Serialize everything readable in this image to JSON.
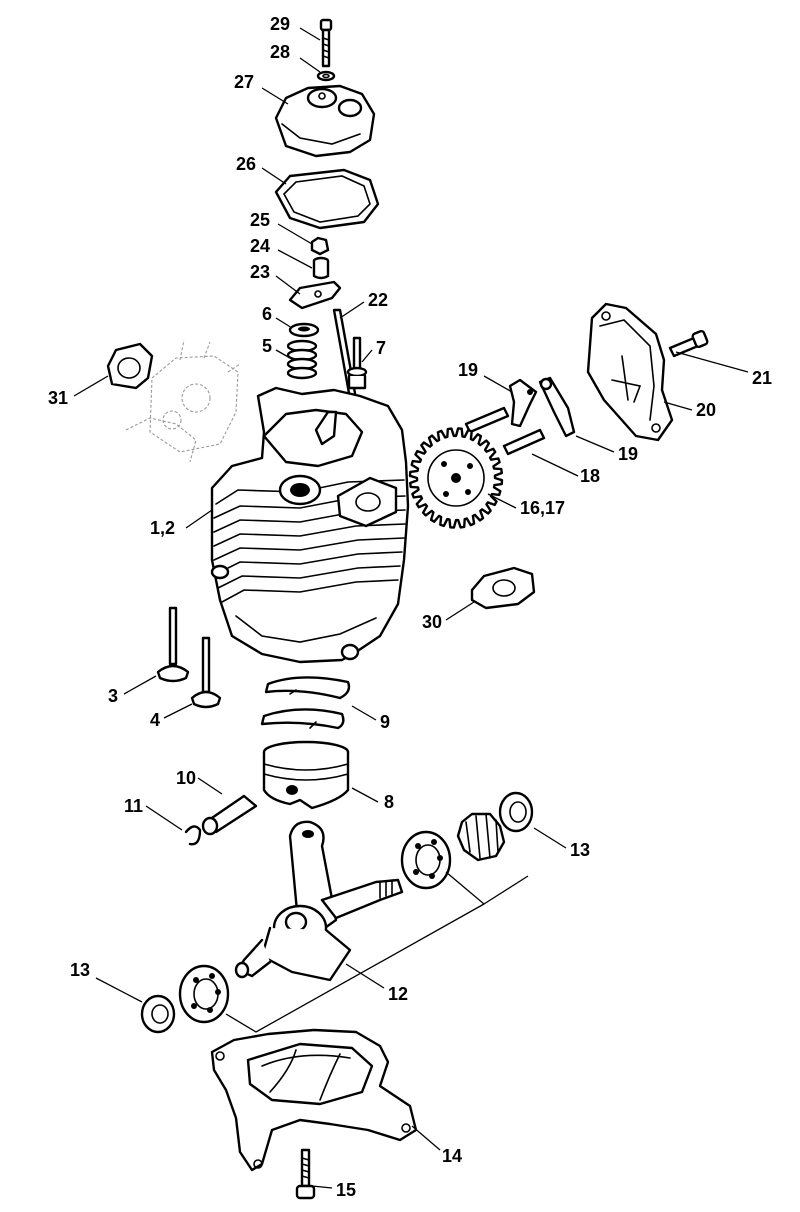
{
  "callouts": {
    "c29": "29",
    "c28": "28",
    "c27": "27",
    "c26": "26",
    "c25": "25",
    "c24": "24",
    "c23": "23",
    "c22": "22",
    "c6": "6",
    "c5": "5",
    "c7": "7",
    "c31": "31",
    "c19a": "19",
    "c19b": "19",
    "c21": "21",
    "c20": "20",
    "c18": "18",
    "c1617": "16,17",
    "c12c": "1,2",
    "c30": "30",
    "c3": "3",
    "c4": "4",
    "c9": "9",
    "c10": "10",
    "c8": "8",
    "c11": "11",
    "c13a": "13",
    "c13b": "13",
    "c12": "12",
    "c14": "14",
    "c15": "15"
  },
  "colors": {
    "ink": "#000000",
    "paper": "#ffffff",
    "phantom": "#9a9a9a"
  }
}
